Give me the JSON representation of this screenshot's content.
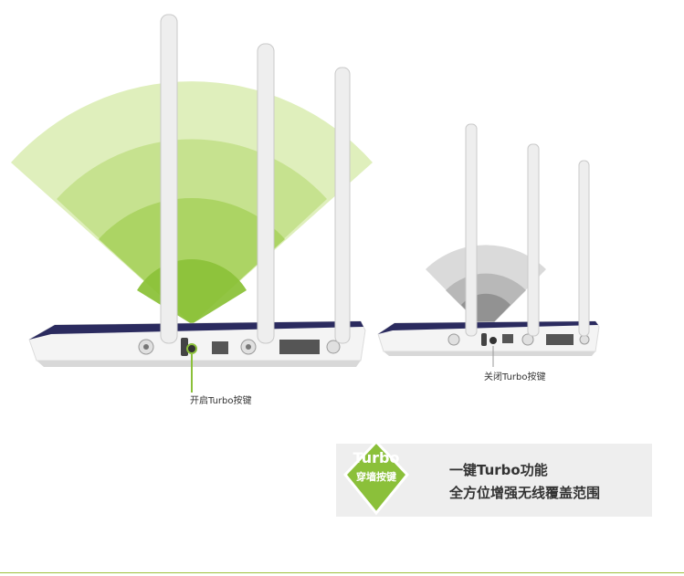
{
  "left_router": {
    "callout_label": "开启Turbo按键",
    "wave_color": "#8fc23a"
  },
  "right_router": {
    "callout_label": "关闭Turbo按键",
    "wave_color": "#888888"
  },
  "feature_panel": {
    "badge_title": "Turbo",
    "badge_subtitle": "穿墙按键",
    "line1": "一键Turbo功能",
    "line2": "全方位增强无线覆盖范围",
    "badge_color": "#8bc03a"
  },
  "colors": {
    "router_shell": "#f2f2f2",
    "router_top": "#2a2a5e",
    "antenna": "#ececec",
    "footer_rule": "#9cbf3a"
  },
  "icons": [
    "turbo-button-icon",
    "ethernet-port-icon"
  ]
}
